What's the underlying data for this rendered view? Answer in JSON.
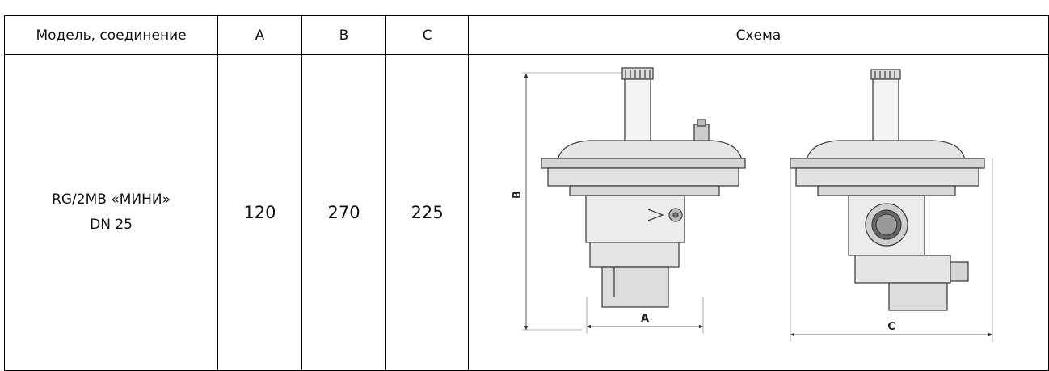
{
  "table": {
    "headers": {
      "model": "Модель, соединение",
      "a": "A",
      "b": "B",
      "c": "C",
      "scheme": "Схема"
    },
    "rows": [
      {
        "model_line1": "RG/2MB «МИНИ»",
        "model_line2": "DN 25",
        "a": "120",
        "b": "270",
        "c": "225"
      }
    ]
  },
  "drawing": {
    "label_a": "A",
    "label_b": "B",
    "label_c": "C"
  },
  "colors": {
    "border": "#000000",
    "drawing_stroke": "#444444",
    "drawing_fill": "#eeeeee"
  }
}
